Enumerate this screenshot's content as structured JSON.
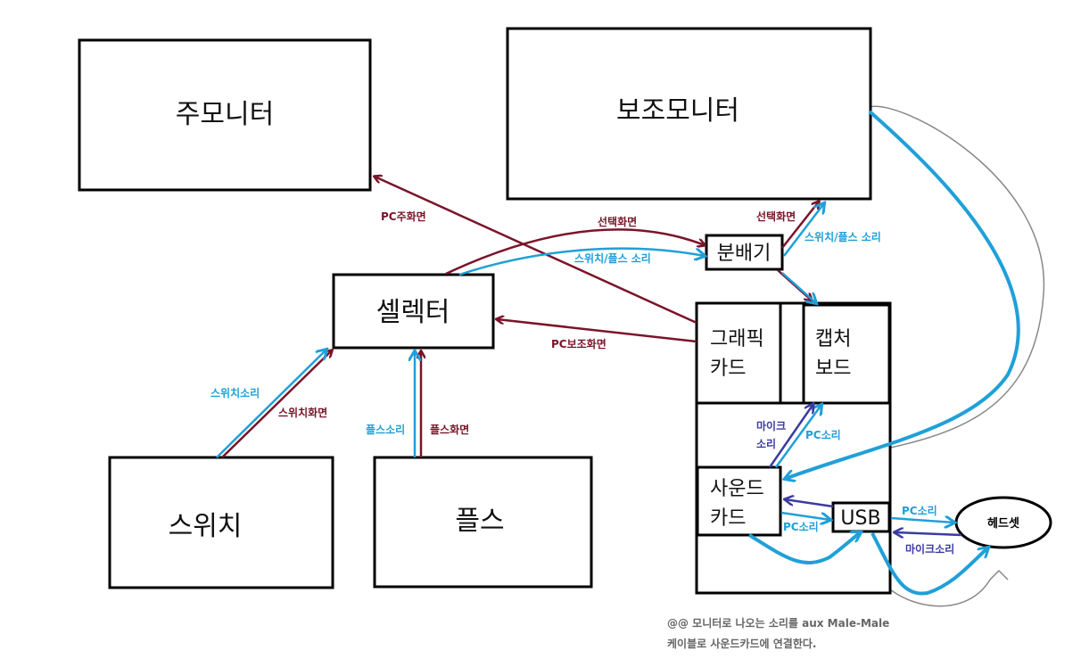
{
  "nodes": {
    "main_monitor": "주모니터",
    "sub_monitor": "보조모니터",
    "selector": "셀렉터",
    "switch": "스위치",
    "ps": "플스",
    "splitter": "분배기",
    "graphics_card": [
      "그래픽",
      "카드"
    ],
    "capture_board": [
      "캡처",
      "보드"
    ],
    "sound_card": [
      "사운드",
      "카드"
    ],
    "usb": "USB",
    "headset": "헤드셋"
  },
  "labels": {
    "pc_main_screen": "PC주화면",
    "pc_sub_screen": "PC보조화면",
    "select_screen_1": "선택화면",
    "switch_ps_sound_1": "스위치/플스 소리",
    "select_screen_2": "선택화면",
    "switch_ps_sound_2": "스위치/플스 소리",
    "switch_sound": "스위치소리",
    "switch_screen": "스위치화면",
    "ps_sound": "플스소리",
    "ps_screen": "플스화면",
    "mic_sound_1": [
      "마이크",
      "소리"
    ],
    "pc_sound_1": "PC소리",
    "pc_sound_2": "PC소리",
    "pc_sound_3": "PC소리",
    "mic_sound_2": "마이크소리"
  },
  "note": [
    "@@ 모니터로 나오는 소리를 aux Male-Male",
    "케이블로 사운드카드에 연결한다."
  ],
  "colors": {
    "video": "#7a1428",
    "audio": "#1fa0d8",
    "mic": "#3b3ba0",
    "aux_cable": "#888888"
  }
}
